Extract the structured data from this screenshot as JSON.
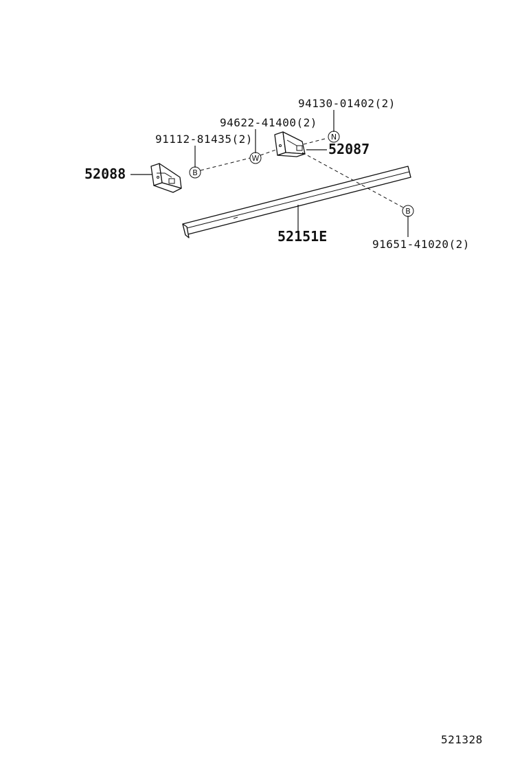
{
  "parts": {
    "bracket_left": "52088",
    "bracket_right": "52087",
    "reinforcement": "52151E"
  },
  "fasteners": {
    "bolt_left": "91112-81435(2)",
    "washer": "94622-41400(2)",
    "nut": "94130-01402(2)",
    "bolt_right": "91651-41020(2)"
  },
  "symbols": {
    "bolt": "B",
    "washer": "W",
    "nut": "N"
  },
  "diagram_code": "521328"
}
